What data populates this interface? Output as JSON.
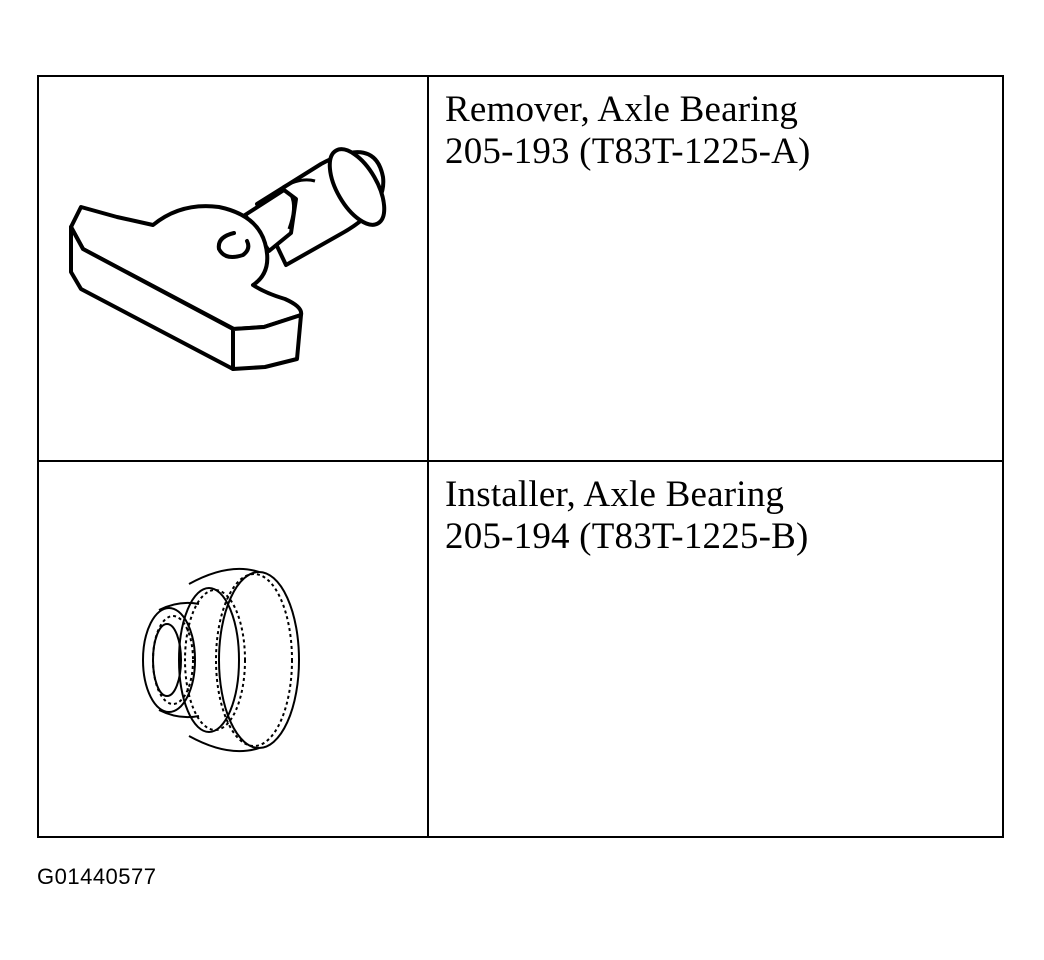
{
  "tools": [
    {
      "name": "Remover, Axle Bearing",
      "number": "205-193 (T83T-1225-A)"
    },
    {
      "name": "Installer, Axle Bearing",
      "number": "205-194 (T83T-1225-B)"
    }
  ],
  "figure_code": "G01440577"
}
